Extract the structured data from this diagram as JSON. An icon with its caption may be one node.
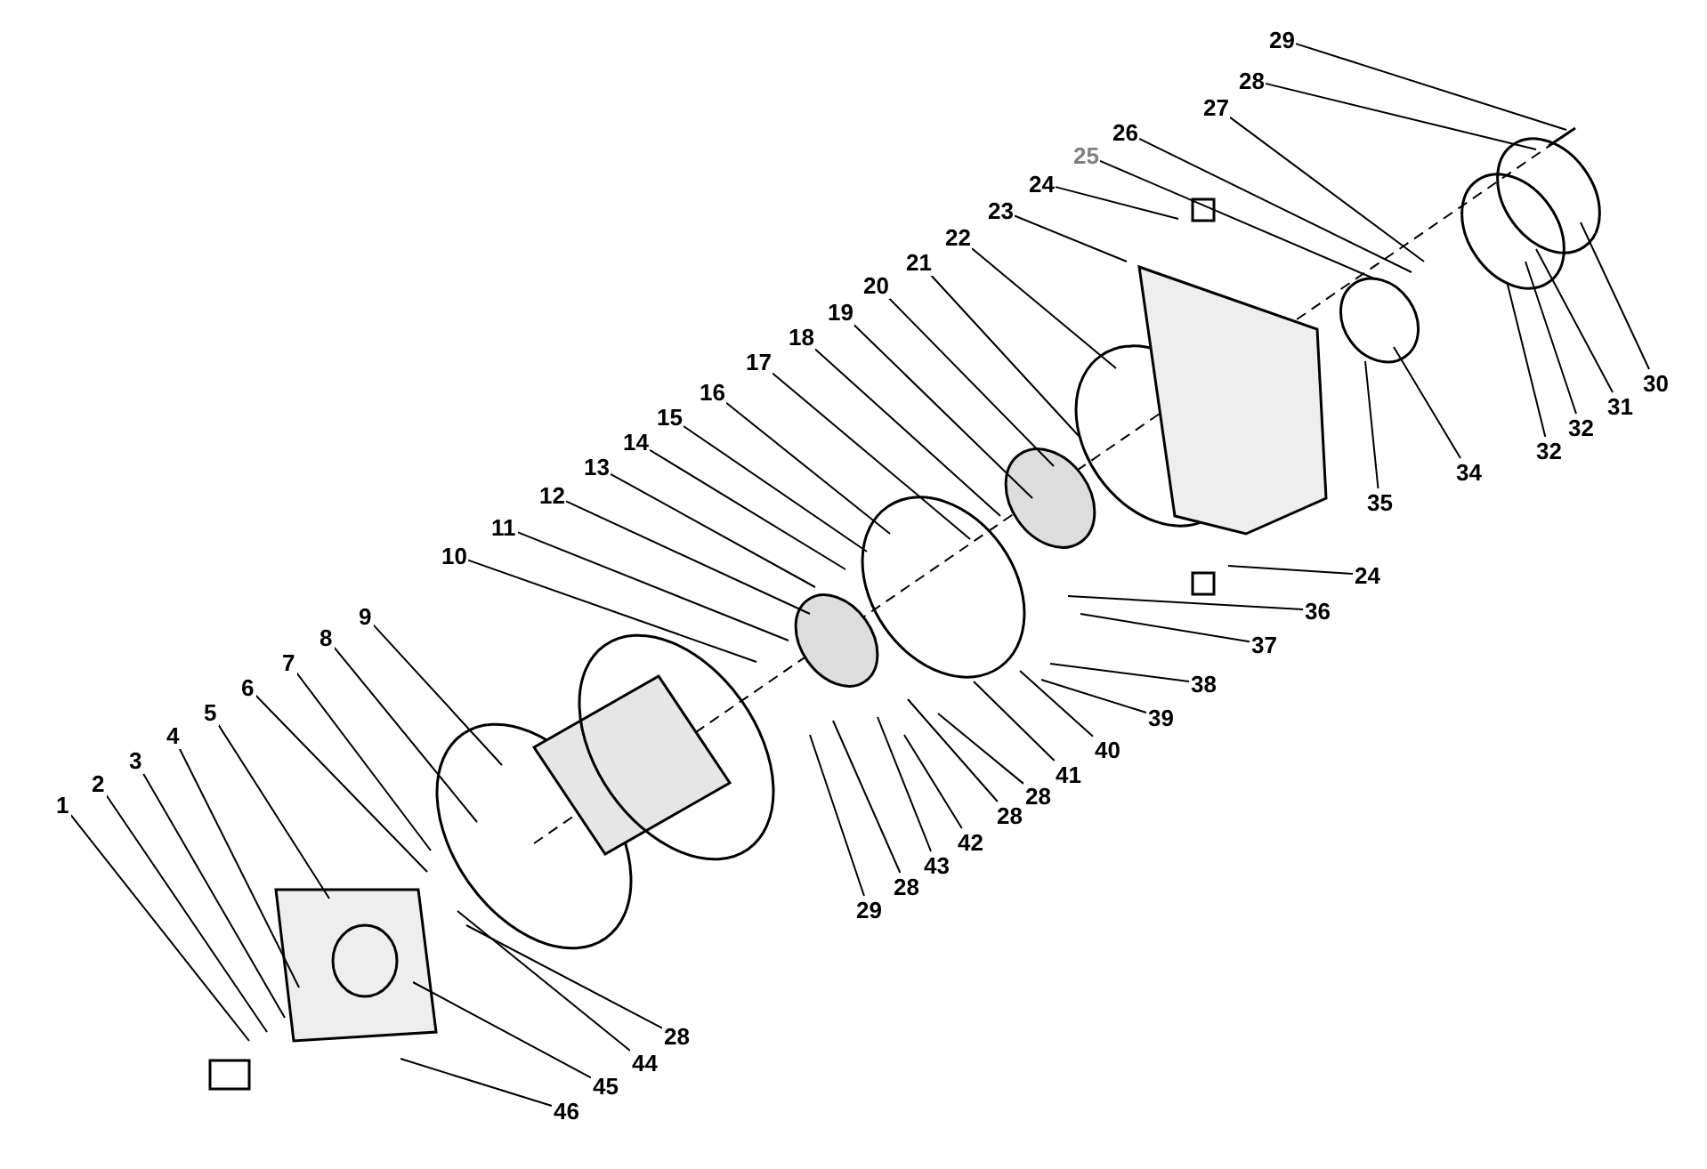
{
  "diagram": {
    "nodes": [
      {
        "text": [
          "1"
        ]
      },
      {
        "text": [
          "2"
        ]
      },
      {
        "text": [
          "3"
        ]
      },
      {
        "text": [
          "4"
        ]
      },
      {
        "text": [
          "5"
        ]
      },
      {
        "text": [
          "6"
        ]
      },
      {
        "text": [
          "7"
        ]
      },
      {
        "text": [
          "8"
        ]
      },
      {
        "text": [
          "9"
        ]
      },
      {
        "text": [
          "10"
        ]
      },
      {
        "text": [
          "11"
        ]
      },
      {
        "text": [
          "12"
        ]
      },
      {
        "text": [
          "13"
        ]
      },
      {
        "text": [
          "14"
        ]
      },
      {
        "text": [
          "15"
        ]
      },
      {
        "text": [
          "16"
        ]
      },
      {
        "text": [
          "17"
        ]
      },
      {
        "text": [
          "18"
        ]
      },
      {
        "text": [
          "19"
        ]
      },
      {
        "text": [
          "20"
        ]
      },
      {
        "text": [
          "21"
        ]
      },
      {
        "text": [
          "22"
        ]
      },
      {
        "text": [
          "23"
        ]
      },
      {
        "text": [
          "24"
        ]
      },
      {
        "text": [
          "25"
        ]
      },
      {
        "text": [
          "26"
        ]
      },
      {
        "text": [
          "27"
        ]
      },
      {
        "text": [
          "28"
        ]
      },
      {
        "text": [
          "29"
        ]
      },
      {
        "text": [
          "30"
        ]
      },
      {
        "text": [
          "31"
        ]
      },
      {
        "text": [
          "32"
        ]
      },
      {
        "text": [
          "32"
        ]
      },
      {
        "text": [
          "34"
        ]
      },
      {
        "text": [
          "35"
        ]
      },
      {
        "text": [
          "24"
        ]
      },
      {
        "text": [
          "36"
        ]
      },
      {
        "text": [
          "37"
        ]
      },
      {
        "text": [
          "38"
        ]
      },
      {
        "text": [
          "39"
        ]
      },
      {
        "text": [
          "40"
        ]
      },
      {
        "text": [
          "41"
        ]
      },
      {
        "text": [
          "28"
        ]
      },
      {
        "text": [
          "28"
        ]
      },
      {
        "text": [
          "42"
        ]
      },
      {
        "text": [
          "43"
        ]
      },
      {
        "text": [
          "28"
        ]
      },
      {
        "text": [
          "29"
        ]
      },
      {
        "text": [
          "28"
        ]
      },
      {
        "text": [
          "44"
        ]
      },
      {
        "text": [
          "45"
        ]
      },
      {
        "text": [
          "46"
        ]
      }
    ],
    "edges": [
      {
        "from": 0,
        "to": null,
        "arrow": "none"
      },
      {
        "from": 1,
        "to": null,
        "arrow": "none"
      },
      {
        "from": 2,
        "to": null,
        "arrow": "none"
      },
      {
        "from": 3,
        "to": null,
        "arrow": "none"
      },
      {
        "from": 4,
        "to": null,
        "arrow": "none"
      },
      {
        "from": 5,
        "to": null,
        "arrow": "none"
      },
      {
        "from": 6,
        "to": null,
        "arrow": "none"
      },
      {
        "from": 7,
        "to": null,
        "arrow": "none"
      },
      {
        "from": 8,
        "to": null,
        "arrow": "none"
      },
      {
        "from": 9,
        "to": null,
        "arrow": "none"
      },
      {
        "from": 10,
        "to": null,
        "arrow": "none"
      },
      {
        "from": 11,
        "to": null,
        "arrow": "none"
      },
      {
        "from": 12,
        "to": null,
        "arrow": "none"
      },
      {
        "from": 13,
        "to": null,
        "arrow": "none"
      },
      {
        "from": 14,
        "to": null,
        "arrow": "none"
      },
      {
        "from": 15,
        "to": null,
        "arrow": "none"
      },
      {
        "from": 16,
        "to": null,
        "arrow": "none"
      },
      {
        "from": 17,
        "to": null,
        "arrow": "none"
      },
      {
        "from": 18,
        "to": null,
        "arrow": "none"
      },
      {
        "from": 19,
        "to": null,
        "arrow": "none"
      },
      {
        "from": 20,
        "to": null,
        "arrow": "none"
      },
      {
        "from": 21,
        "to": null,
        "arrow": "none"
      },
      {
        "from": 22,
        "to": null,
        "arrow": "none"
      },
      {
        "from": 23,
        "to": null,
        "arrow": "none"
      },
      {
        "from": 24,
        "to": null,
        "arrow": "none"
      },
      {
        "from": 25,
        "to": null,
        "arrow": "none"
      },
      {
        "from": 26,
        "to": null,
        "arrow": "none"
      },
      {
        "from": 27,
        "to": null,
        "arrow": "none"
      },
      {
        "from": 28,
        "to": null,
        "arrow": "none"
      },
      {
        "from": 29,
        "to": null,
        "arrow": "none"
      },
      {
        "from": 30,
        "to": null,
        "arrow": "none"
      },
      {
        "from": 31,
        "to": null,
        "arrow": "none"
      },
      {
        "from": 32,
        "to": null,
        "arrow": "none"
      },
      {
        "from": 33,
        "to": null,
        "arrow": "none"
      },
      {
        "from": 34,
        "to": null,
        "arrow": "none"
      },
      {
        "from": 35,
        "to": null,
        "arrow": "none"
      },
      {
        "from": 36,
        "to": null,
        "arrow": "none"
      },
      {
        "from": 37,
        "to": null,
        "arrow": "none"
      },
      {
        "from": 38,
        "to": null,
        "arrow": "none"
      },
      {
        "from": 39,
        "to": null,
        "arrow": "none"
      },
      {
        "from": 40,
        "to": null,
        "arrow": "none"
      },
      {
        "from": 41,
        "to": null,
        "arrow": "none"
      },
      {
        "from": 42,
        "to": null,
        "arrow": "none"
      },
      {
        "from": 43,
        "to": null,
        "arrow": "none"
      },
      {
        "from": 44,
        "to": null,
        "arrow": "none"
      },
      {
        "from": 45,
        "to": null,
        "arrow": "none"
      },
      {
        "from": 46,
        "to": null,
        "arrow": "none"
      },
      {
        "from": 47,
        "to": null,
        "arrow": "none"
      },
      {
        "from": 48,
        "to": null,
        "arrow": "none"
      },
      {
        "from": 49,
        "to": null,
        "arrow": "none"
      },
      {
        "from": 50,
        "to": null,
        "arrow": "none"
      },
      {
        "from": 51,
        "to": null,
        "arrow": "none"
      }
    ]
  }
}
